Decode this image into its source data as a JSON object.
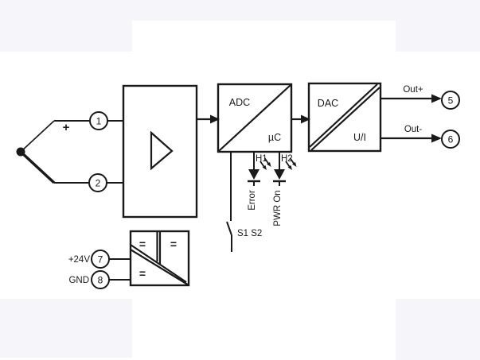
{
  "colors": {
    "ink": "#191919",
    "panel_bg": "#f6f6fa",
    "canvas": "#ffffff"
  },
  "diagram": {
    "sensor": {
      "plus_label": "+"
    },
    "terminals": {
      "t1": "1",
      "t2": "2",
      "t5": "5",
      "t6": "6",
      "t7": "7",
      "t8": "8"
    },
    "blocks": {
      "adc": {
        "label": "ADC",
        "sub": "µC"
      },
      "dac": {
        "label": "DAC",
        "sub": "U/I"
      }
    },
    "leds": {
      "h1": {
        "ref": "H1",
        "label": "Error"
      },
      "h2": {
        "ref": "H2",
        "label": "PWR On"
      }
    },
    "switch": {
      "label": "S1 S2"
    },
    "outputs": {
      "out_plus": "Out+",
      "out_minus": "Out-"
    },
    "power": {
      "input_label": "+24V",
      "gnd_label": "GND",
      "dc_symbol": "="
    }
  }
}
